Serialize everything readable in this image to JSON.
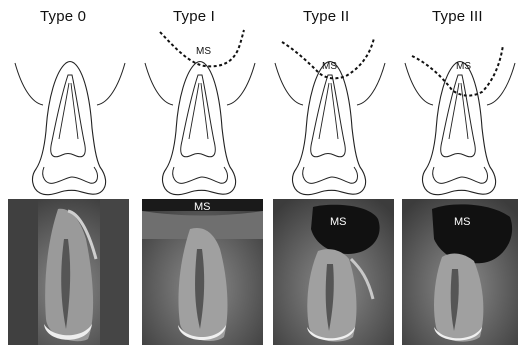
{
  "diagrams": [
    {
      "title": "Type 0"
    },
    {
      "title": "Type I",
      "sinus_label": "MS"
    },
    {
      "title": "Type II",
      "sinus_label": "MS"
    },
    {
      "title": "Type III",
      "sinus_label": "MS"
    }
  ],
  "ct_panels": [
    {
      "sinus_label": ""
    },
    {
      "sinus_label": "MS"
    },
    {
      "sinus_label": "MS"
    },
    {
      "sinus_label": "MS"
    }
  ]
}
